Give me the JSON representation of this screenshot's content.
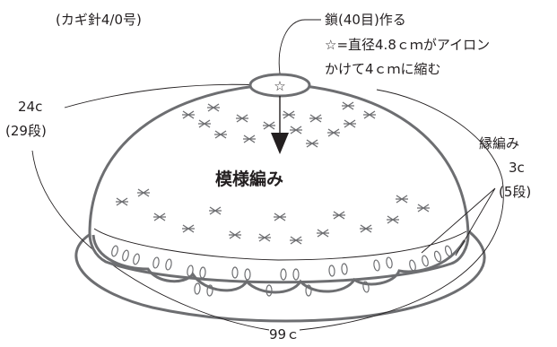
{
  "hook_note": "(カギ針4/0号)",
  "chain_label": "鎖(40目)作る",
  "star_note_line1": "☆=直径4.8ｃｍがアイロン",
  "star_note_line2": "かけて4ｃｍに縮む",
  "star_symbol": "☆",
  "height_label_line1": "24c",
  "height_label_line2": "(29段)",
  "pattern_label": "模様編み",
  "edging_label_line1": "縁編み",
  "edging_label_line2": "3c",
  "edging_label_line3": "(5段)",
  "circumference_label": "99ｃ",
  "colors": {
    "text": "#231f20",
    "outline": "#6d6e71"
  }
}
